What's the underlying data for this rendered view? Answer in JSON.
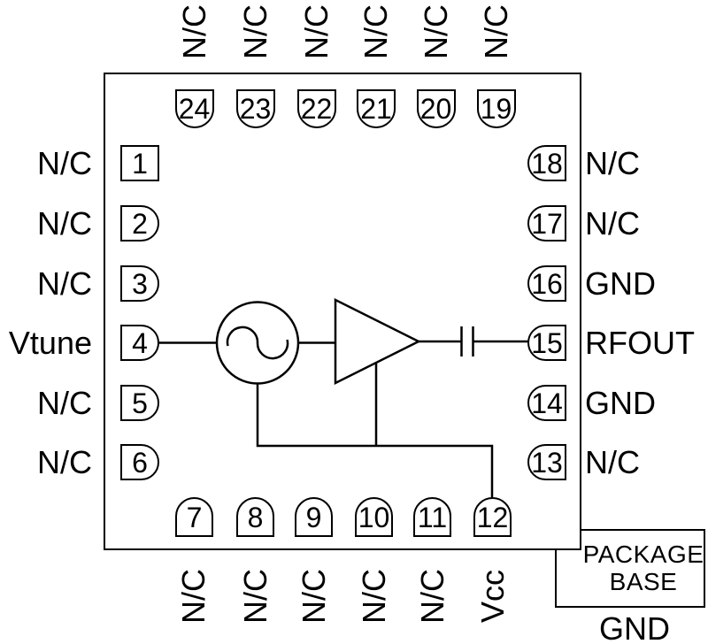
{
  "pins": {
    "top": [
      {
        "num": "24",
        "label": "N/C"
      },
      {
        "num": "23",
        "label": "N/C"
      },
      {
        "num": "22",
        "label": "N/C"
      },
      {
        "num": "21",
        "label": "N/C"
      },
      {
        "num": "20",
        "label": "N/C"
      },
      {
        "num": "19",
        "label": "N/C"
      }
    ],
    "left": [
      {
        "num": "1",
        "label": "N/C"
      },
      {
        "num": "2",
        "label": "N/C"
      },
      {
        "num": "3",
        "label": "N/C"
      },
      {
        "num": "4",
        "label": "Vtune"
      },
      {
        "num": "5",
        "label": "N/C"
      },
      {
        "num": "6",
        "label": "N/C"
      }
    ],
    "right": [
      {
        "num": "18",
        "label": "N/C"
      },
      {
        "num": "17",
        "label": "N/C"
      },
      {
        "num": "16",
        "label": "GND"
      },
      {
        "num": "15",
        "label": "RFOUT"
      },
      {
        "num": "14",
        "label": "GND"
      },
      {
        "num": "13",
        "label": "N/C"
      }
    ],
    "bottom": [
      {
        "num": "7",
        "label": "N/C"
      },
      {
        "num": "8",
        "label": "N/C"
      },
      {
        "num": "9",
        "label": "N/C"
      },
      {
        "num": "10",
        "label": "N/C"
      },
      {
        "num": "11",
        "label": "N/C"
      },
      {
        "num": "12",
        "label": "Vcc"
      }
    ]
  },
  "package_base": {
    "line1": "PACKAGE",
    "line2": "BASE",
    "ground_label": "GND"
  },
  "symbols": {
    "oscillator": "sine-source",
    "amplifier": "amplifier-triangle",
    "capacitor": "dc-block-capacitor"
  },
  "colors": {
    "line": "#000000",
    "background": "#ffffff"
  }
}
